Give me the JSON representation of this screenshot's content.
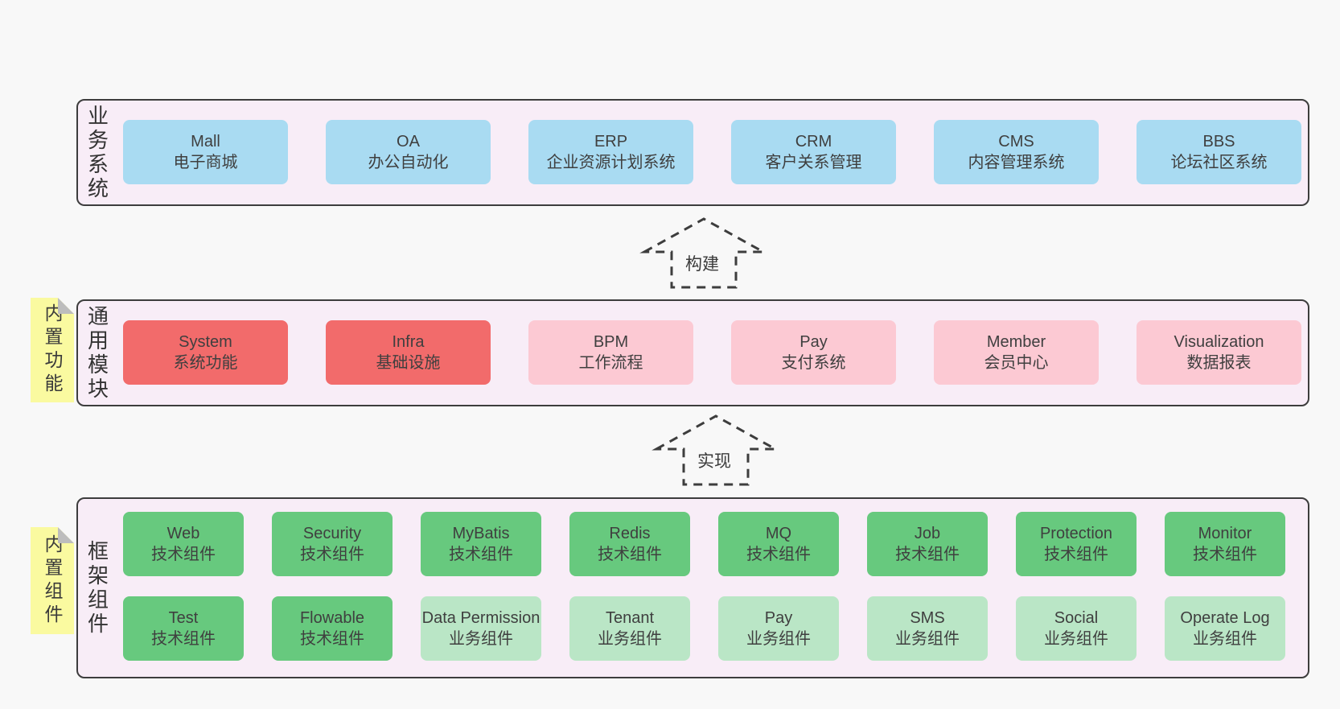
{
  "colors": {
    "page_bg": "#f8f8f8",
    "band_bg": "#f8edf7",
    "band_border": "#3d3d3d",
    "blue_box": "#a9dbf2",
    "red_box": "#f26b6b",
    "pink_box": "#fcc9d3",
    "green_box": "#67c97e",
    "light_green_box": "#bae6c6",
    "sticky_yellow": "#fafaa0",
    "fold_gray": "#bdbdbd",
    "text": "#3f3f3f"
  },
  "arrows": [
    {
      "label": "构建"
    },
    {
      "label": "实现"
    }
  ],
  "bands": [
    {
      "label": "业务系统",
      "rows": [
        [
          {
            "en": "Mall",
            "zh": "电子商城"
          },
          {
            "en": "OA",
            "zh": "办公自动化"
          },
          {
            "en": "ERP",
            "zh": "企业资源计划系统"
          },
          {
            "en": "CRM",
            "zh": "客户关系管理"
          },
          {
            "en": "CMS",
            "zh": "内容管理系统"
          },
          {
            "en": "BBS",
            "zh": "论坛社区系统"
          }
        ]
      ]
    },
    {
      "label": "通用模块",
      "sticky": "内置功能",
      "rows": [
        [
          {
            "en": "System",
            "zh": "系统功能"
          },
          {
            "en": "Infra",
            "zh": "基础设施"
          },
          {
            "en": "BPM",
            "zh": "工作流程"
          },
          {
            "en": "Pay",
            "zh": "支付系统"
          },
          {
            "en": "Member",
            "zh": "会员中心"
          },
          {
            "en": "Visualization",
            "zh": "数据报表"
          }
        ]
      ]
    },
    {
      "label": "框架组件",
      "sticky": "内置组件",
      "rows": [
        [
          {
            "en": "Web",
            "zh": "技术组件"
          },
          {
            "en": "Security",
            "zh": "技术组件"
          },
          {
            "en": "MyBatis",
            "zh": "技术组件"
          },
          {
            "en": "Redis",
            "zh": "技术组件"
          },
          {
            "en": "MQ",
            "zh": "技术组件"
          },
          {
            "en": "Job",
            "zh": "技术组件"
          },
          {
            "en": "Protection",
            "zh": "技术组件"
          },
          {
            "en": "Monitor",
            "zh": "技术组件"
          }
        ],
        [
          {
            "en": "Test",
            "zh": "技术组件"
          },
          {
            "en": "Flowable",
            "zh": "技术组件"
          },
          {
            "en": "Data Permission",
            "zh": "业务组件"
          },
          {
            "en": "Tenant",
            "zh": "业务组件"
          },
          {
            "en": "Pay",
            "zh": "业务组件"
          },
          {
            "en": "SMS",
            "zh": "业务组件"
          },
          {
            "en": "Social",
            "zh": "业务组件"
          },
          {
            "en": "Operate Log",
            "zh": "业务组件"
          }
        ]
      ]
    }
  ]
}
